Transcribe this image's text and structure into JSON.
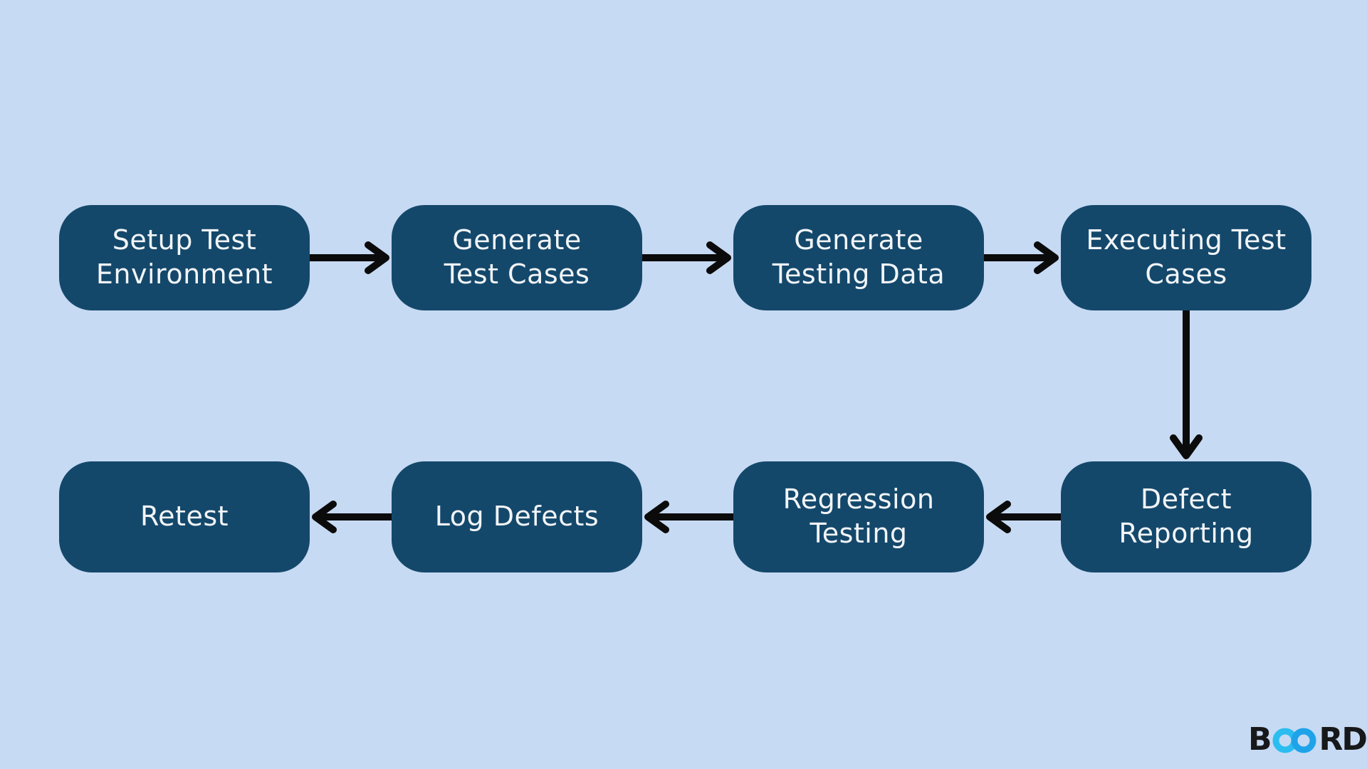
{
  "colors": {
    "background": "#c7daf3",
    "box_fill": "#14486b",
    "box_text": "#f2f5f8",
    "arrow": "#0b0b0c",
    "logo_text": "#17181a",
    "logo_accent_left": "#2bbdf0",
    "logo_accent_right": "#1fa3e8"
  },
  "diagram": {
    "nodes": [
      {
        "id": "setup-test-environment",
        "label": "Setup Test Environment",
        "lines": [
          "Setup Test",
          "Environment"
        ],
        "row": 0,
        "col": 0
      },
      {
        "id": "generate-test-cases",
        "label": "Generate Test Cases",
        "lines": [
          "Generate",
          "Test Cases"
        ],
        "row": 0,
        "col": 1
      },
      {
        "id": "generate-testing-data",
        "label": "Generate Testing Data",
        "lines": [
          "Generate",
          "Testing Data"
        ],
        "row": 0,
        "col": 2
      },
      {
        "id": "executing-test-cases",
        "label": "Executing Test Cases",
        "lines": [
          "Executing Test",
          "Cases"
        ],
        "row": 0,
        "col": 3
      },
      {
        "id": "defect-reporting",
        "label": "Defect Reporting",
        "lines": [
          "Defect",
          "Reporting"
        ],
        "row": 1,
        "col": 3
      },
      {
        "id": "regression-testing",
        "label": "Regression Testing",
        "lines": [
          "Regression",
          "Testing"
        ],
        "row": 1,
        "col": 2
      },
      {
        "id": "log-defects",
        "label": "Log Defects",
        "lines": [
          "Log Defects"
        ],
        "row": 1,
        "col": 1
      },
      {
        "id": "retest",
        "label": "Retest",
        "lines": [
          "Retest"
        ],
        "row": 1,
        "col": 0
      }
    ],
    "edges": [
      {
        "from": "setup-test-environment",
        "to": "generate-test-cases"
      },
      {
        "from": "generate-test-cases",
        "to": "generate-testing-data"
      },
      {
        "from": "generate-testing-data",
        "to": "executing-test-cases"
      },
      {
        "from": "executing-test-cases",
        "to": "defect-reporting"
      },
      {
        "from": "defect-reporting",
        "to": "regression-testing"
      },
      {
        "from": "regression-testing",
        "to": "log-defects"
      },
      {
        "from": "log-defects",
        "to": "retest"
      }
    ]
  },
  "logo": {
    "prefix": "B",
    "suffix": "RD",
    "symbol": "infinity-icon"
  }
}
